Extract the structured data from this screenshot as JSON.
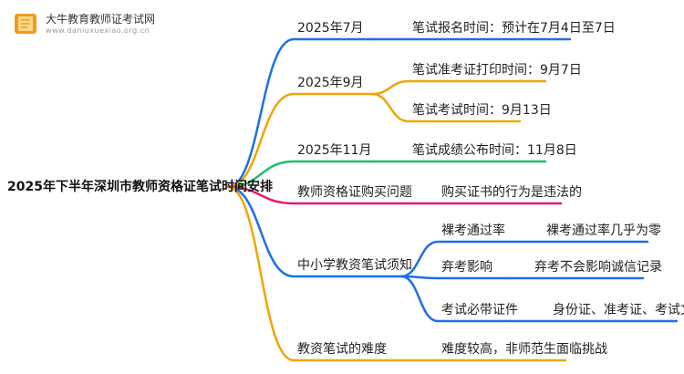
{
  "logo": {
    "title": "大牛教育教师证考试网",
    "subtitle": "www.daniuxuexiao.org.cn",
    "icon": "book-icon"
  },
  "root": "2025年下半年深圳市教师资格证笔试时间安排",
  "branches": [
    {
      "label": "2025年7月",
      "color": "#1e6fe8",
      "children": [
        {
          "label": "笔试报名时间：预计在7月4日至7日"
        }
      ]
    },
    {
      "label": "2025年9月",
      "color": "#f0a500",
      "children": [
        {
          "label": "笔试准考证打印时间：9月7日"
        },
        {
          "label": "笔试考试时间：9月13日"
        }
      ]
    },
    {
      "label": "2025年11月",
      "color": "#1fbf6a",
      "children": [
        {
          "label": "笔试成绩公布时间：11月8日"
        }
      ]
    },
    {
      "label": "教师资格证购买问题",
      "color": "#e8176f",
      "children": [
        {
          "label": "购买证书的行为是违法的"
        }
      ]
    },
    {
      "label": "中小学教资笔试须知",
      "color": "#1e6fe8",
      "children": [
        {
          "label": "裸考通过率",
          "children": [
            {
              "label": "裸考通过率几乎为零"
            }
          ]
        },
        {
          "label": "弃考影响",
          "children": [
            {
              "label": "弃考不会影响诚信记录"
            }
          ]
        },
        {
          "label": "考试必带证件",
          "children": [
            {
              "label": "身份证、准考证、考试文具"
            }
          ]
        }
      ]
    },
    {
      "label": "教资笔试的难度",
      "color": "#f0a500",
      "children": [
        {
          "label": "难度较高，非师范生面临挑战"
        }
      ]
    }
  ]
}
